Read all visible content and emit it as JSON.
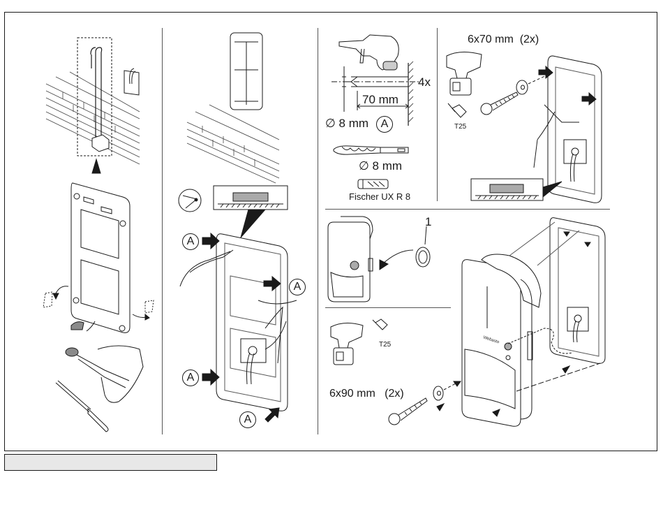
{
  "figure": {
    "type": "wall mounting instruction illustration",
    "panels": [
      {
        "id": "step-1",
        "description": "Cable routing to wall-mount bracket, break-out knock-outs with pliers and screwdriver"
      },
      {
        "id": "step-2",
        "description": "Position bracket with spirit level, mark drill holes A"
      },
      {
        "id": "step-3",
        "description": "Drill holes and insert wall plugs"
      },
      {
        "id": "step-4",
        "description": "Screw bracket to wall"
      },
      {
        "id": "step-5",
        "description": "Insert cable gland seal"
      },
      {
        "id": "step-6",
        "description": "Mount charger onto bracket"
      }
    ],
    "labels": {
      "marker_a": "A",
      "drill_count": "4x",
      "drill_depth": "70 mm",
      "drill_diameter": "∅ 8 mm",
      "bit_diameter": "∅ 8 mm",
      "wall_plug": "Fischer UX R 8",
      "screw_top": "6x70 mm  (2x)",
      "bit_top": "T25",
      "part_number": "1",
      "bit_bottom": "T25",
      "screw_bottom": "6x90 mm   (2x)",
      "brand_on_device": "Webasto"
    }
  },
  "caption_bar": {
    "text": ""
  },
  "colors": {
    "line": "#1a1a1a",
    "caption_bg": "#e8e8e8",
    "shade": "#8a8a8a"
  }
}
